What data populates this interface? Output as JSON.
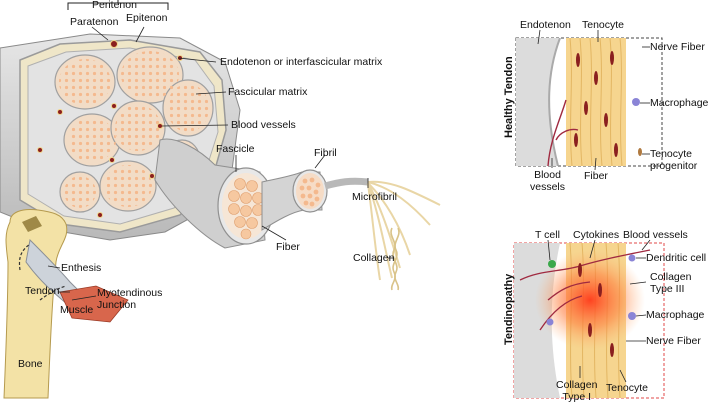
{
  "labels": {
    "peritenon": "Peritenon",
    "paratenon": "Paratenon",
    "epitenon": "Epitenon",
    "endotenon_matrix": "Endotenon or interfascicular matrix",
    "fascicular_matrix": "Fascicular matrix",
    "blood_vessels": "Blood vessels",
    "fascicle": "Fascicle",
    "fibril": "Fibril",
    "microfibril": "Microfibril",
    "fiber": "Fiber",
    "collagen": "Collagen",
    "enthesis": "Enthesis",
    "tendon": "Tendon",
    "myotendinous_junction": "Myotendinous\nJunction",
    "muscle": "Muscle",
    "bone": "Bone"
  },
  "healthy_panel": {
    "title": "Healthy Tendon",
    "endotenon": "Endotenon",
    "tenocyte": "Tenocyte",
    "nerve_fiber": "Nerve Fiber",
    "macrophage": "Macrophage",
    "tenocyte_progenitor": "Tenocyte\nprogenitor",
    "blood_vessels": "Blood\nvessels",
    "fiber": "Fiber"
  },
  "tendinopathy_panel": {
    "title": "Tendinopathy",
    "t_cell": "T cell",
    "cytokines": "Cytokines",
    "blood_vessels": "Blood vessels",
    "dendritic_cell": "Dendritic cell",
    "collagen_type_iii": "Collagen\nType III",
    "macrophage": "Macrophage",
    "nerve_fiber": "Nerve Fiber",
    "collagen_type_i": "Collagen\nType I",
    "tenocyte": "Tenocyte"
  },
  "colors": {
    "fascicle_fill": "#f2dcc6",
    "sheath_gray": "#c9c9c9",
    "tenocyte": "#8a1f1f",
    "fiber_yellow": "#f6d58f",
    "panel_border": "#e04a4a",
    "inflammation": "#ff5a2a",
    "bone": "#f3e2a6",
    "muscle": "#d8664c",
    "macrophage": "#8a84d6"
  }
}
